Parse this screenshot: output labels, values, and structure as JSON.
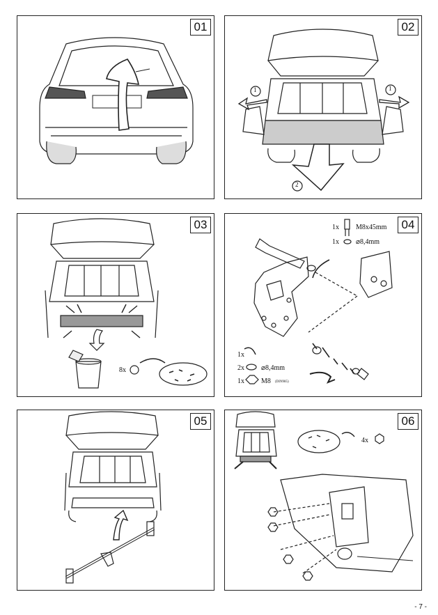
{
  "page": {
    "page_number": "- 7 -"
  },
  "panels": [
    {
      "number": "01"
    },
    {
      "number": "02",
      "callouts": [
        "1",
        "1",
        "2"
      ]
    },
    {
      "number": "03",
      "qty": "8x"
    },
    {
      "number": "04",
      "parts_top": [
        {
          "qty": "1x",
          "label": "M8x45mm"
        },
        {
          "qty": "1x",
          "label": "⌀8,4mm"
        }
      ],
      "parts_bottom": [
        {
          "qty": "1x",
          "label": ""
        },
        {
          "qty": "2x",
          "label": "⌀8,4mm"
        },
        {
          "qty": "1x",
          "label": "M8",
          "note": "(DIN985)"
        }
      ]
    },
    {
      "number": "05"
    },
    {
      "number": "06",
      "qty": "4x"
    }
  ]
}
